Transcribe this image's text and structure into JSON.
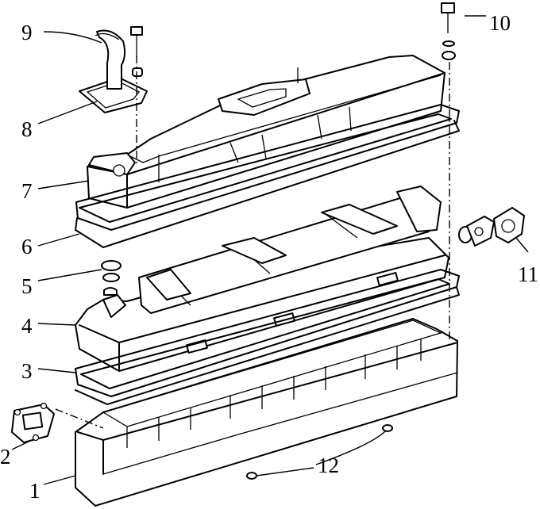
{
  "callouts": [
    {
      "number": "1",
      "part": "oil-pan"
    },
    {
      "number": "2",
      "part": "cover-plate"
    },
    {
      "number": "3",
      "part": "pan-gasket"
    },
    {
      "number": "4",
      "part": "baffle-housing"
    },
    {
      "number": "5",
      "part": "o-ring"
    },
    {
      "number": "6",
      "part": "cover-gasket"
    },
    {
      "number": "7",
      "part": "valve-cover"
    },
    {
      "number": "8",
      "part": "breather-gasket"
    },
    {
      "number": "9",
      "part": "breather-elbow"
    },
    {
      "number": "10",
      "part": "bolt"
    },
    {
      "number": "11",
      "part": "fitting"
    },
    {
      "number": "12",
      "part": "dowel-pins"
    }
  ]
}
